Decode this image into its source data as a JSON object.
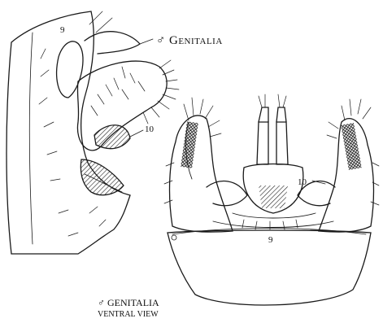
{
  "figure": {
    "lateral_caption": "♂ Genitalia",
    "ventral_caption_line1": "♂ GENITALIA",
    "ventral_caption_line2": "VENTRAL VIEW",
    "lateral_labels": {
      "segment_9": "9",
      "segment_10": "10"
    },
    "ventral_labels": {
      "segment_10": "10",
      "segment_9": "9"
    }
  }
}
